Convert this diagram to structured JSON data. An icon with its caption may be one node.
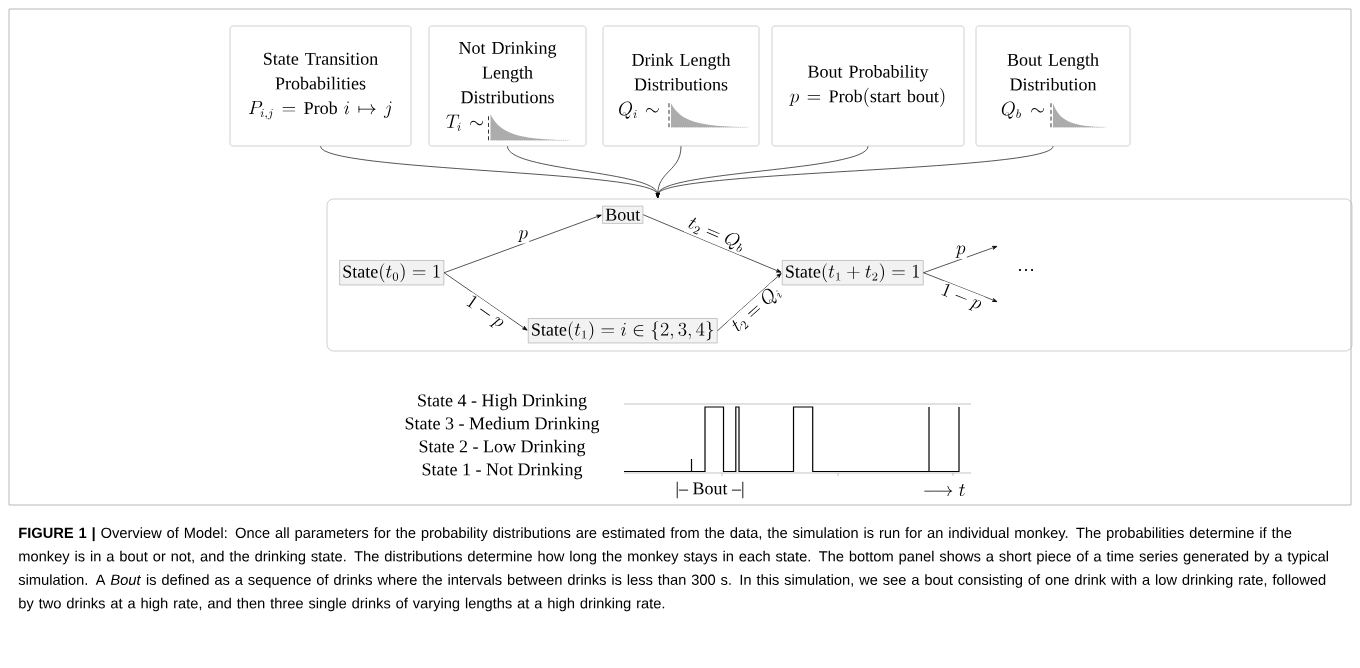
{
  "diagram": {
    "caption": "**FIGURE 1 |** Overview of Model: Once all parameters for the probability distributions are estimated from the data, the simulation is run for an individual monkey. The probabilities determine if the monkey is in a bout or not, and the drinking state. The distributions determine how long the monkey stays in each state. The bottom panel shows a short piece of a time series generated by a typical simulation. A *Bout* is defined as a sequence of drinks where the intervals between drinks is less than 300 s. In this simulation, we see a bout consisting of one drink with a low drinking rate, followed by two drinks at a high rate, and then three single drinks of varying lengths at a high drinking rate.",
    "nodes": [
      {
        "text": [
          "State Transition Probabilities",
          "P_{i,j} = \\mathrm{Prob}\\ i \\mapsto j"
        ]
      },
      {
        "text": [
          "Not Drinking Length Distributions",
          "T_i \\sim"
        ]
      },
      {
        "text": [
          "Drink Length Distributions",
          "Q_i \\sim"
        ]
      },
      {
        "text": [
          "Bout Probability",
          "p = \\mathrm{Prob(start\\ bout)}"
        ]
      },
      {
        "text": [
          "Bout Length Distribution",
          "Q_b \\sim"
        ]
      },
      {
        "text": [],
        "shape": "box"
      },
      {
        "text": [
          "Bout"
        ],
        "in": 5
      },
      {
        "text": [
          "\\mathrm{State}(t_0) = 1"
        ],
        "in": 5
      },
      {
        "text": [
          "\\mathrm{State}(t_1) = i \\in \\{2,3,4\\}"
        ],
        "in": 5
      },
      {
        "text": [
          "\\mathrm{State}(t_1 + t_2) = 1"
        ],
        "in": 5
      }
    ],
    "edges": [
      {
        "from": 0,
        "to": 5,
        "arrow": "to"
      },
      {
        "from": 1,
        "to": 5,
        "arrow": "to"
      },
      {
        "from": 2,
        "to": 5,
        "arrow": "to"
      },
      {
        "from": 3,
        "to": 5,
        "arrow": "to"
      },
      {
        "from": 4,
        "to": 5,
        "arrow": "to"
      },
      {
        "from": 7,
        "to": 6,
        "arrow": "to",
        "label": "p"
      },
      {
        "from": 7,
        "to": 8,
        "arrow": "to",
        "label": "1-p"
      },
      {
        "from": 6,
        "to": 9,
        "arrow": "to",
        "label": "t_2 = Q_b"
      },
      {
        "from": 8,
        "to": 9,
        "arrow": "to",
        "label": "t_2 = Q_i"
      },
      {
        "from": 9,
        "to": null,
        "arrow": "to",
        "label": "p"
      },
      {
        "from": 9,
        "to": null,
        "arrow": "to",
        "label": "1-p"
      }
    ],
    "labels": [
      "…",
      "State 4 - High Drinking",
      "State 3 - Medium Drinking",
      "State 2 - Low Drinking",
      "State 1 - Not Drinking",
      "|– Bout –|",
      "\\longrightarrow t"
    ]
  }
}
